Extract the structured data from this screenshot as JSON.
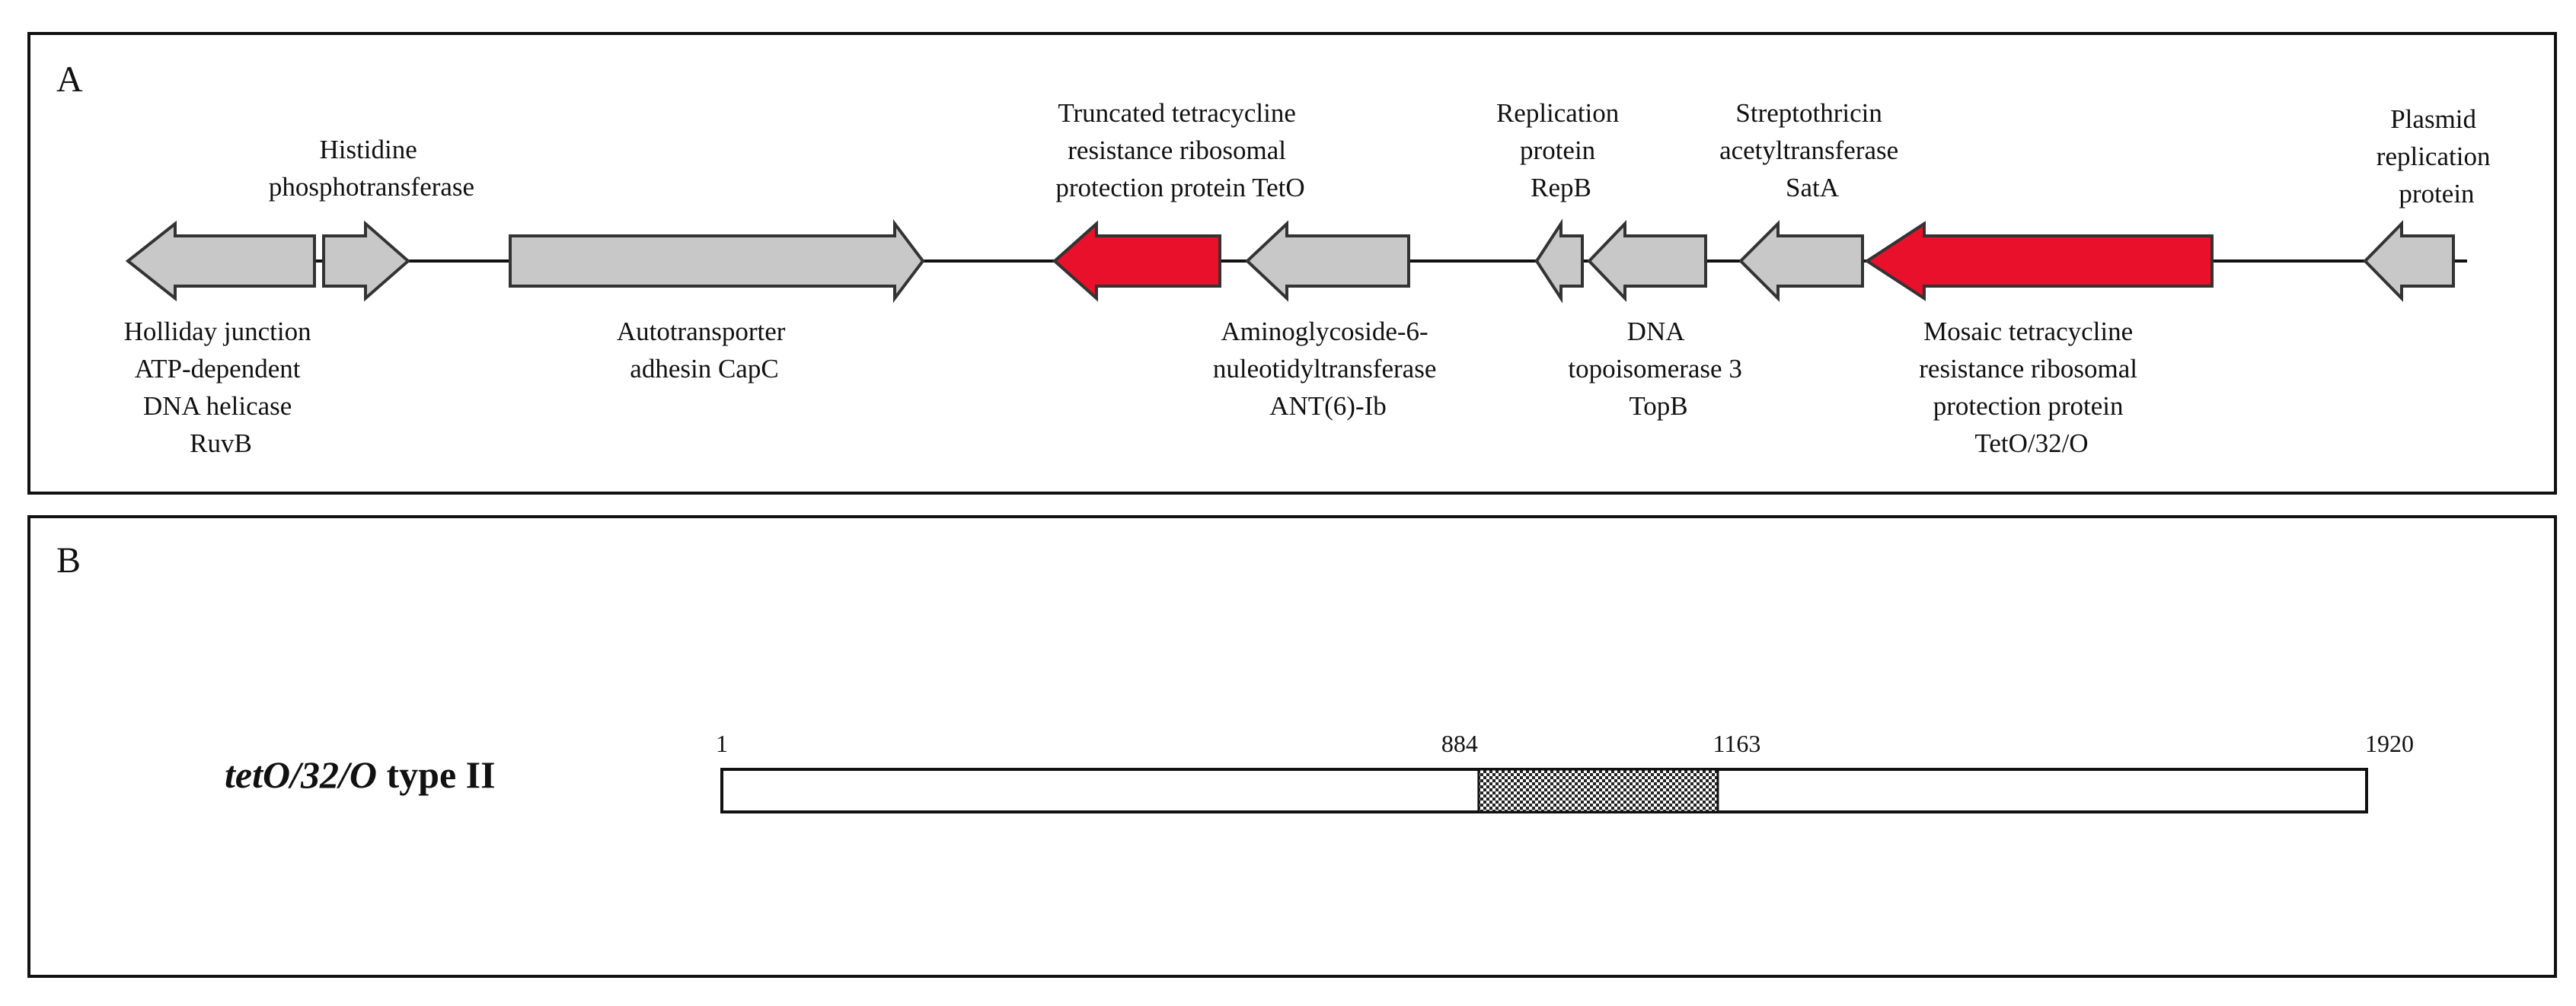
{
  "panel_a": {
    "letter": "A",
    "genes": [
      {
        "id": "ruvb",
        "direction": "left",
        "color": "gray",
        "label": [
          "Holliday junction",
          "ATP-dependent",
          "DNA helicase",
          "RuvB"
        ]
      },
      {
        "id": "histidine",
        "direction": "right",
        "color": "gray",
        "label": [
          "Histidine",
          "phosphotransferase"
        ]
      },
      {
        "id": "capc",
        "direction": "right",
        "color": "gray",
        "label": [
          "Autotransporter",
          "adhesin CapC"
        ]
      },
      {
        "id": "tetO-trunc",
        "direction": "left",
        "color": "red",
        "label": [
          "Truncated  tetracycline",
          "resistance ribosomal",
          "protection protein TetO"
        ]
      },
      {
        "id": "ant6",
        "direction": "left",
        "color": "gray",
        "label": [
          "Aminoglycoside-6-",
          "nuleotidyltransferase",
          "ANT(6)-Ib"
        ]
      },
      {
        "id": "repb",
        "direction": "left",
        "color": "gray",
        "label": [
          "Replication",
          "protein",
          "RepB"
        ]
      },
      {
        "id": "topb",
        "direction": "left",
        "color": "gray",
        "label": [
          "DNA",
          "topoisomerase 3",
          "TopB"
        ]
      },
      {
        "id": "sata",
        "direction": "left",
        "color": "gray",
        "label": [
          "Streptothricin",
          "acetyltransferase",
          "SatA"
        ]
      },
      {
        "id": "tetO32O",
        "direction": "left",
        "color": "red",
        "label": [
          "Mosaic tetracycline",
          "resistance ribosomal",
          "protection protein",
          "TetO/32/O"
        ]
      },
      {
        "id": "plasmid-rep",
        "direction": "left",
        "color": "gray",
        "label": [
          "Plasmid",
          "replication",
          "protein"
        ]
      }
    ]
  },
  "panel_b": {
    "letter": "B",
    "gene_name_italic": "tetO",
    "gene_name_sep1": "/",
    "gene_name_mid": "32",
    "gene_name_sep2": "/",
    "gene_name_end_italic": "O",
    "gene_name_suffix": " type II",
    "scale": {
      "start": 1,
      "end": 1920,
      "start_label": "1",
      "end_label": "1920",
      "mosaic_start": 884,
      "mosaic_end": 1163,
      "mosaic_start_label": "884",
      "mosaic_end_label": "1163"
    }
  },
  "colors": {
    "gray": "#c8c8c8",
    "red": "#e8102a",
    "stroke": "#333333"
  }
}
